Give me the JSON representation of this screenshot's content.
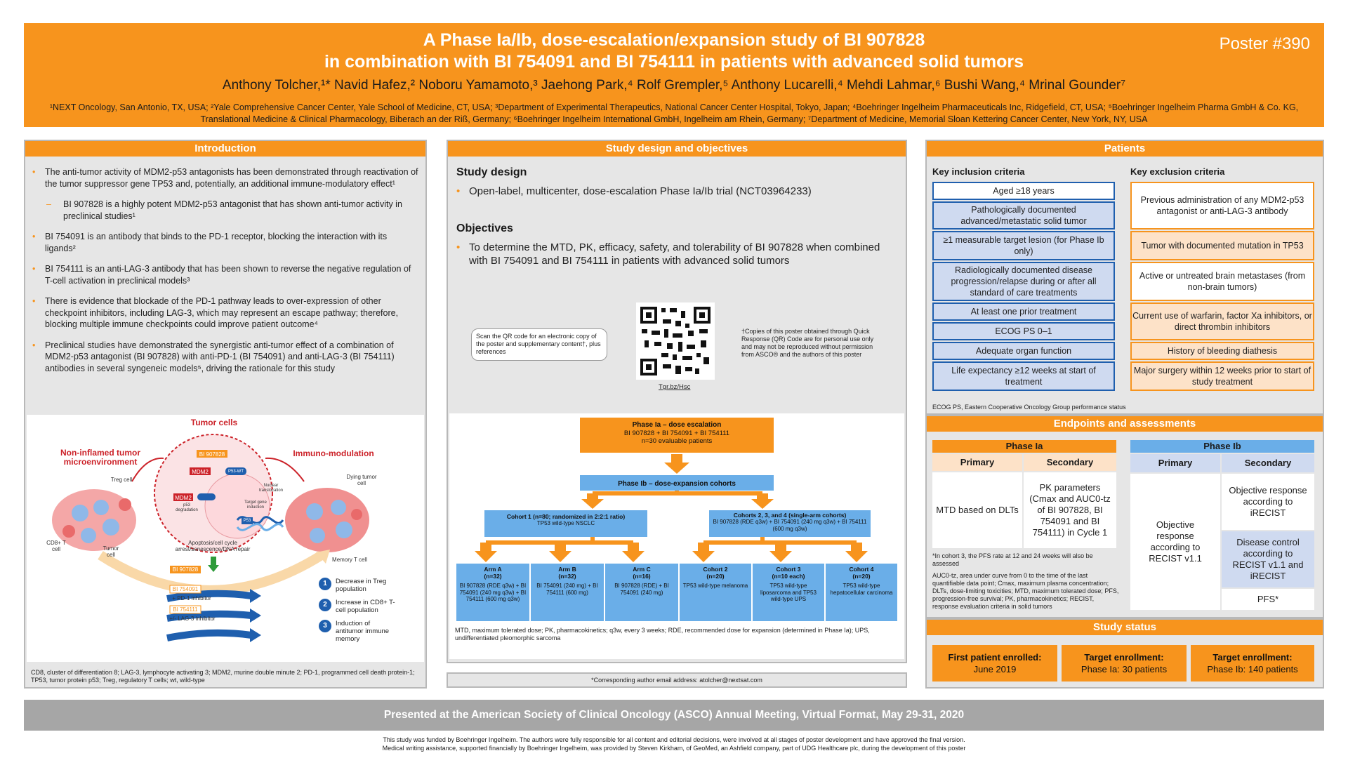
{
  "header": {
    "title_line1": "A Phase Ia/Ib, dose-escalation/expansion study of BI 907828",
    "title_line2": "in combination with BI 754091 and BI 754111 in patients with advanced solid tumors",
    "poster_number": "Poster #390",
    "authors": "Anthony Tolcher,¹* Navid Hafez,² Noboru Yamamoto,³ Jaehong Park,⁴ Rolf Grempler,⁵ Anthony Lucarelli,⁴ Mehdi Lahmar,⁶ Bushi Wang,⁴ Mrinal Gounder⁷",
    "affiliations": "¹NEXT Oncology, San Antonio, TX, USA; ²Yale Comprehensive Cancer Center, Yale School of Medicine, CT, USA; ³Department of Experimental Therapeutics, National Cancer Center Hospital, Tokyo, Japan; ⁴Boehringer Ingelheim Pharmaceuticals Inc, Ridgefield, CT, USA; ⁵Boehringer Ingelheim Pharma GmbH & Co. KG, Translational Medicine & Clinical Pharmacology, Biberach an der Riß, Germany; ⁶Boehringer Ingelheim International GmbH, Ingelheim am Rhein, Germany; ⁷Department of Medicine, Memorial Sloan Kettering Cancer Center, New York, NY, USA"
  },
  "intro": {
    "heading": "Introduction",
    "bullets": [
      "The anti-tumor activity of MDM2-p53 antagonists has been demonstrated through reactivation of the tumor suppressor gene TP53 and, potentially, an additional immune-modulatory effect¹",
      "BI 907828 is a highly potent MDM2-p53 antagonist that has shown anti-tumor activity in preclinical studies¹",
      "BI 754091 is an antibody that binds to the PD-1 receptor, blocking the interaction with its ligands²",
      "BI 754111 is an anti-LAG-3 antibody that has been shown to reverse the negative regulation of T-cell activation in preclinical models³",
      "There is evidence that blockade of the PD-1 pathway leads to over-expression of other checkpoint inhibitors, including LAG-3, which may represent an escape pathway; therefore, blocking multiple immune checkpoints could improve patient outcome⁴",
      "Preclinical studies have demonstrated the synergistic anti-tumor effect of a combination of MDM2-p53 antagonist (BI 907828) with anti-PD-1 (BI 754091) and anti-LAG-3 (BI 754111) antibodies in several syngeneic models⁵, driving the rationale for this study"
    ],
    "figure": {
      "tumor_cells": "Tumor cells",
      "non_inflamed": "Non-inflamed tumor microenvironment",
      "immuno_modulation": "Immuno-modulation",
      "treg_cell": "Treg cell",
      "cd8_t_cell": "CD8+ T cell",
      "tumor_cell": "Tumor cell",
      "dying_tumor_cell": "Dying tumor cell",
      "memory_t_cell": "Memory T cell",
      "bi907828": "BI 907828",
      "mdm2": "MDM2",
      "p53_wt": "P53-WT",
      "nuclear_translocation": "Nuclear translocation",
      "p53_degradation": "p53 degradation",
      "target_gene_induction": "Target gene induction",
      "p53": "P53",
      "apoptosis": "Apoptosis/cell cycle arrest/senescence/DNA repair",
      "bi754091": "BI 754091",
      "pd1_inhibitor": "+ PD-1 inhibitor",
      "bi754111": "BI 754111",
      "lag3_inhibitor": "+/- LAG-3 inhibitor",
      "legend": [
        {
          "num": "1",
          "text": "Decrease in Treg population"
        },
        {
          "num": "2",
          "text": "Increase in CD8+ T-cell population"
        },
        {
          "num": "3",
          "text": "Induction of antitumor immune memory"
        }
      ]
    },
    "footnote": "CD8, cluster of differentiation 8; LAG-3, lymphocyte activating 3; MDM2, murine double minute 2; PD-1, programmed cell death protein-1; TP53, tumor protein p53; Treg, regulatory T cells; wt, wild-type"
  },
  "design": {
    "heading": "Study design and objectives",
    "study_design_title": "Study design",
    "study_design_bullet": "Open-label, multicenter, dose-escalation Phase Ia/Ib trial (NCT03964233)",
    "objectives_title": "Objectives",
    "objectives_bullet": "To determine the MTD, PK, efficacy, safety, and tolerability of BI 907828 when combined with BI 754091 and BI 754111 in patients with advanced solid tumors",
    "qr_note": "Scan the QR code for an electronic copy of the poster and supplementary content†, plus references",
    "qr_link": "Tgr.bz/Hsc",
    "copy_note": "†Copies of this poster obtained through Quick Response (QR) Code are for personal use only and may not be reproduced without permission from ASCO® and the authors of this poster",
    "flow": {
      "phase_ia_title": "Phase Ia – dose escalation",
      "phase_ia_line2": "BI 907828 + BI 754091 + BI 754111",
      "phase_ia_line3": "n=30 evaluable patients",
      "phase_ib_title": "Phase Ib – dose-expansion cohorts",
      "cohort1_title": "Cohort 1 (n=80; randomized in 2:2:1 ratio)",
      "cohort1_sub": "TP53 wild-type NSCLC",
      "cohort234_title": "Cohorts 2, 3, and 4 (single-arm cohorts)",
      "cohort234_sub": "BI 907828 (RDE q3w) + BI 754091 (240 mg q3w) + BI 754111 (600 mg q3w)",
      "arms": [
        {
          "title": "Arm A",
          "n": "(n=32)",
          "text": "BI 907828 (RDE q3w) + BI 754091 (240 mg q3w) + BI 754111 (600 mg q3w)"
        },
        {
          "title": "Arm B",
          "n": "(n=32)",
          "text": "BI 754091 (240 mg) + BI 754111 (600 mg)"
        },
        {
          "title": "Arm C",
          "n": "(n=16)",
          "text": "BI 907828 (RDE) + BI 754091 (240 mg)"
        },
        {
          "title": "Cohort 2",
          "n": "(n=20)",
          "text": "TP53 wild-type melanoma"
        },
        {
          "title": "Cohort 3",
          "n": "(n=10 each)",
          "text": "TP53 wild-type liposarcoma and TP53 wild-type UPS"
        },
        {
          "title": "Cohort 4",
          "n": "(n=20)",
          "text": "TP53 wild-type hepatocellular carcinoma"
        }
      ]
    },
    "footnote": "MTD, maximum tolerated dose; PK, pharmacokinetics; q3w, every 3 weeks; RDE, recommended dose for expansion (determined in Phase Ia); UPS, undifferentiated pleomorphic sarcoma",
    "email": "*Corresponding author email address: atolcher@nextsat.com"
  },
  "patients": {
    "heading": "Patients",
    "inclusion_title": "Key inclusion criteria",
    "exclusion_title": "Key exclusion criteria",
    "inclusion": [
      "Aged ≥18 years",
      "Pathologically documented advanced/metastatic solid tumor",
      "≥1 measurable target lesion (for Phase Ib only)",
      "Radiologically documented disease progression/relapse during or after all standard of care treatments",
      "At least one prior treatment",
      "ECOG PS 0–1",
      "Adequate organ function",
      "Life expectancy ≥12 weeks at start of treatment"
    ],
    "exclusion": [
      "Previous administration of any MDM2-p53 antagonist or anti-LAG-3 antibody",
      "Tumor with documented mutation in TP53",
      "Active or untreated brain metastases (from non-brain tumors)",
      "Current use of warfarin, factor Xa inhibitors, or direct thrombin inhibitors",
      "History of bleeding diathesis",
      "Major surgery within 12 weeks prior to start of study treatment"
    ],
    "footnote": "ECOG PS, Eastern Cooperative Oncology Group performance status"
  },
  "endpoints": {
    "heading": "Endpoints and assessments",
    "phase_ia": "Phase Ia",
    "phase_ib": "Phase Ib",
    "primary": "Primary",
    "secondary": "Secondary",
    "ia_primary": "MTD based on DLTs",
    "ia_secondary": "PK parameters (Cmax and AUC0-tz of BI 907828, BI 754091 and BI 754111) in Cycle 1",
    "ib_primary": "Objective response according to RECIST v1.1",
    "ib_secondary": [
      "Objective response according to iRECIST",
      "Disease control according to RECIST v1.1 and iRECIST",
      "PFS*"
    ],
    "footnote1": "*In cohort 3, the PFS rate at 12 and 24 weeks will also be assessed",
    "footnote2": "AUC0-tz, area under curve from 0 to the time of the last quantifiable data point; Cmax, maximum plasma concentration; DLTs, dose-limiting toxicities; MTD, maximum tolerated dose; PFS, progression-free survival; PK, pharmacokinetics; RECIST, response evaluation criteria in solid tumors"
  },
  "status": {
    "heading": "Study status",
    "boxes": [
      {
        "title": "First patient enrolled:",
        "value": "June 2019"
      },
      {
        "title": "Target enrollment:",
        "value": "Phase Ia: 30 patients"
      },
      {
        "title": "Target enrollment:",
        "value": "Phase Ib: 140 patients"
      }
    ]
  },
  "footer": {
    "presented": "Presented at the American Society of Clinical Oncology (ASCO) Annual Meeting, Virtual Format, May 29-31, 2020",
    "funding_line1": "This study was funded by Boehringer Ingelheim. The authors were fully responsible for all content and editorial decisions, were involved at all stages of poster development and have approved the final version.",
    "funding_line2": "Medical writing assistance, supported financially by Boehringer Ingelheim, was provided by Steven Kirkham, of GeoMed, an Ashfield company, part of UDG Healthcare plc, during the development of this poster"
  },
  "colors": {
    "orange": "#f7941d",
    "blue": "#6aaee8",
    "dark_blue": "#1f5fae",
    "gray_panel": "#e6e6e6",
    "footer_gray": "#a6a6a6"
  }
}
